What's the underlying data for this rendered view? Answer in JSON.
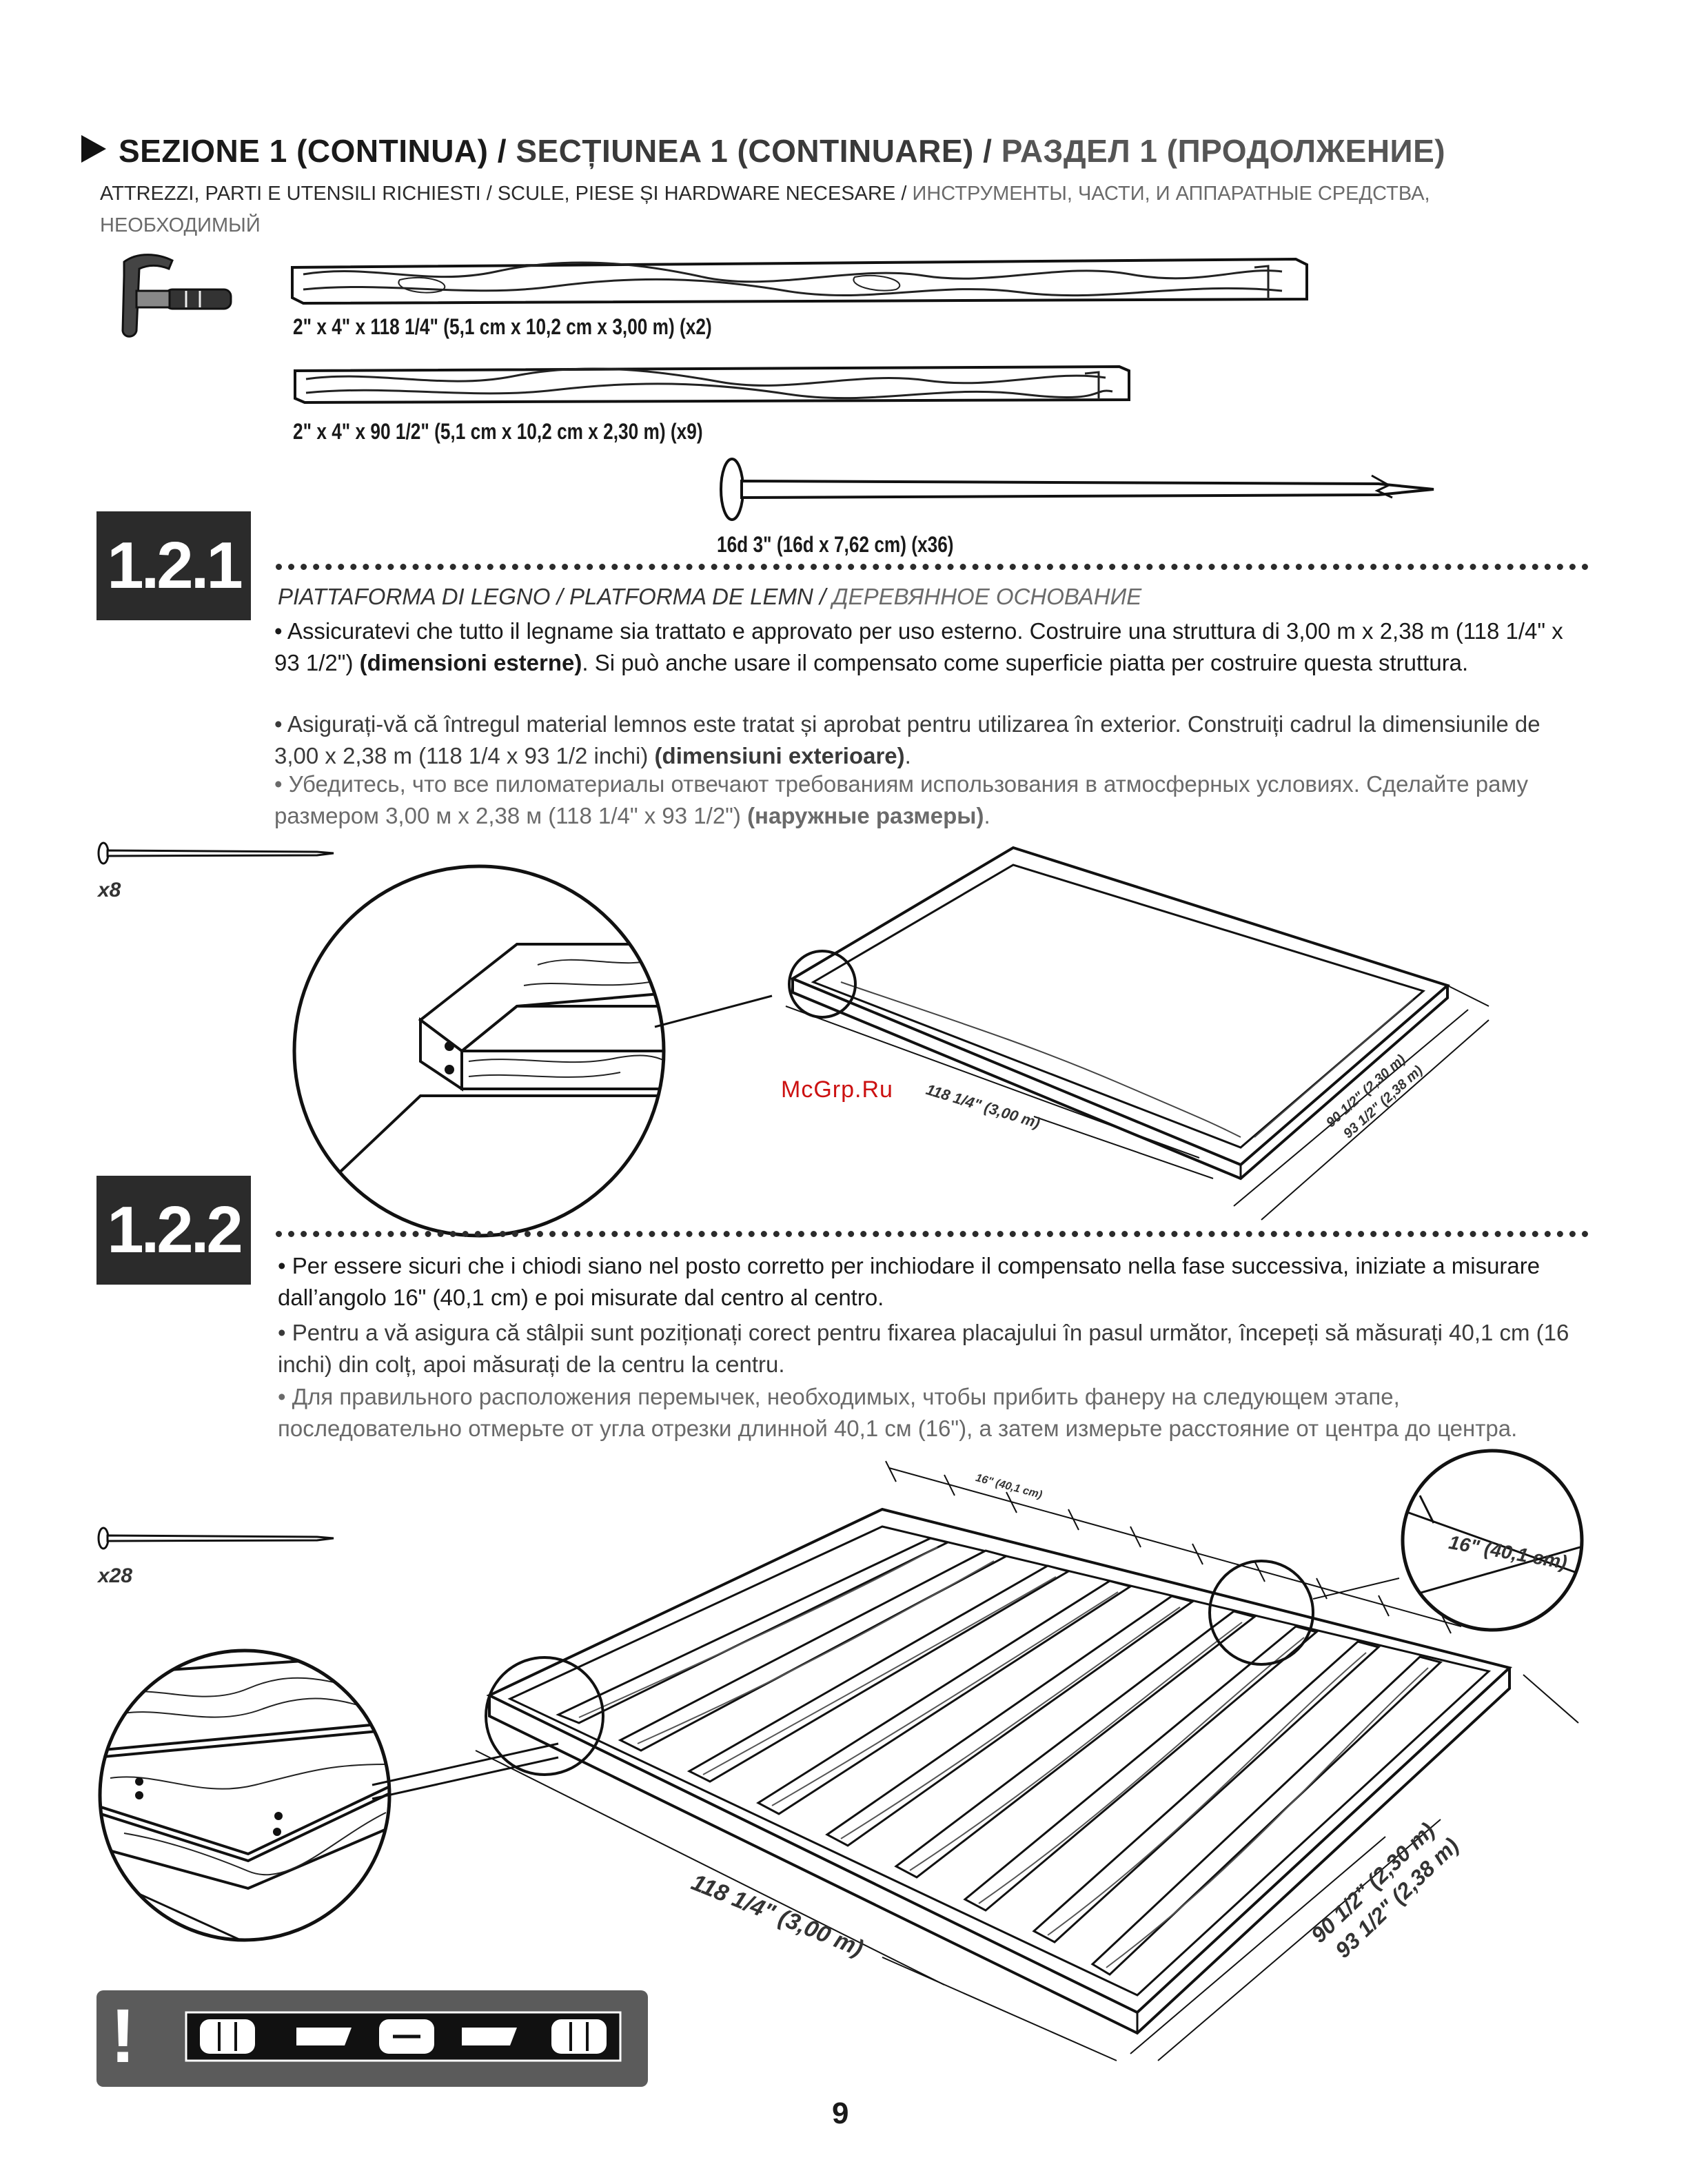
{
  "header": {
    "title_it": "SEZIONE 1 (CONTINUA) / ",
    "title_ro": "SECȚIUNEA 1 (CONTINUARE) / ",
    "title_ru": "РАЗДЕЛ 1 (ПРОДОЛЖЕНИЕ)",
    "sub_it": "ATTREZZI, PARTI E UTENSILI RICHIESTI / ",
    "sub_ro": "SCULE, PIESE ȘI HARDWARE NECESARE / ",
    "sub_ru": "ИНСТРУМЕНТЫ, ЧАСТИ, И АППАРАТНЫЕ СРЕДСТВА, НЕОБХОДИМЫЙ"
  },
  "parts": {
    "board1": "2\" x 4\" x 118 1/4\" (5,1 cm x 10,2 cm x 3,00 m) (x2)",
    "board2": "2\" x 4\" x 90 1/2\" (5,1 cm x 10,2 cm x 2,30 m) (x9)",
    "nail": "16d 3\" (16d x 7,62 cm) (x36)"
  },
  "step1": {
    "number": "1.2.1",
    "heading_it": "PIATTAFORMA DI LEGNO / ",
    "heading_ro": "PLATFORMA DE LEMN / ",
    "heading_ru": "ДЕРЕВЯННОЕ ОСНОВАНИЕ",
    "p_it_a": "• Assicuratevi che tutto il legname sia trattato e approvato per uso esterno. Costruire una struttura di 3,00 m x 2,38 m (118 1/4\" x 93 1/2\") ",
    "p_it_b": "(dimensioni esterne)",
    "p_it_c": ". Si può anche usare il compensato come superficie piatta per costruire questa struttura.",
    "p_ro_a": "• Asigurați-vă că întregul material lemnos este tratat și aprobat pentru utilizarea în exterior. Construiți cadrul la dimensiunile de 3,00 x 2,38 m (118 1/4 x 93 1/2 inchi) ",
    "p_ro_b": "(dimensiuni exterioare)",
    "p_ro_c": ".",
    "p_ru_a": "• Убедитесь, что все пиломатериалы отвечают требованиям использования в атмосферных условиях. Сделайте раму размером 3,00 м x 2,38 м (118 1/4\" x 93 1/2\") ",
    "p_ru_b": "(наружные размеры)",
    "p_ru_c": ".",
    "nail_qty": "x8",
    "dim_long": "118 1/4\" (3,00 m)",
    "dim_short1": "90 1/2\" (2,30 m)",
    "dim_short2": "93 1/2\" (2,38 m)"
  },
  "watermark": "McGrp.Ru",
  "step2": {
    "number": "1.2.2",
    "p_it": "• Per essere sicuri che i chiodi siano nel posto corretto per inchiodare il compensato nella fase successiva, iniziate a misurare dall’angolo 16\" (40,1 cm) e poi misurate dal centro al centro.",
    "p_ro": "• Pentru a vă asigura că stâlpii sunt poziționați corect pentru fixarea placajului în pasul următor, începeți să măsurați 40,1 cm (16 inchi) din colț, apoi măsurați de la centru la centru.",
    "p_ru": "• Для правильного расположения перемычек, необходимых, чтобы прибить фанеру на следующем этапе, последовательно отмерьте от угла отрезки длинной 40,1 см (16\"), а затем измерьте расстояние от центра до центра.",
    "nail_qty": "x28",
    "spacing": "16\" (40,1 cm)",
    "dim_long": "118 1/4\" (3,00 m)",
    "dim_short1": "90 1/2\" (2,30 m)",
    "dim_short2": "93 1/2\" (2,38 m)"
  },
  "warning": {
    "icon": "!"
  },
  "page_number": "9"
}
